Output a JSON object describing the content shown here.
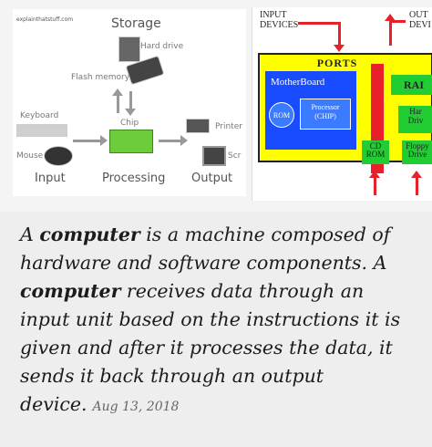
{
  "left_diagram": {
    "source": "explainthatstuff.com",
    "storage": "Storage",
    "hard_drive": "Hard drive",
    "flash_memory": "Flash memory",
    "keyboard": "Keyboard",
    "mouse": "Mouse",
    "chip": "Chip",
    "printer": "Printer",
    "screen": "Scr",
    "input": "Input",
    "processing": "Processing",
    "output": "Output"
  },
  "right_diagram": {
    "input_devices": "INPUT\nDEVICES",
    "output_devices": "OUT\nDEVI",
    "ports": "PORTS",
    "motherboard": "MotherBoard",
    "ram": "RAI",
    "rom": "ROM",
    "processor": "Processor\n(CHIP)",
    "hard_drive": "Har\nDriv",
    "cd_rom": "CD\nROM",
    "floppy": "Floppy\nDrive"
  },
  "snippet": {
    "p1": "A ",
    "b1": "computer",
    "p2": " is a machine composed of hardware and software components. A ",
    "b2": "computer",
    "p3": " receives data through an input unit based on the instructions it is given and after it processes the data, it sends it back through an output device.",
    "date": "Aug 13, 2018"
  },
  "colors": {
    "ports_yellow": "#ffff00",
    "board_blue": "#1a4cff",
    "bus_red": "#e8202a",
    "chip_green": "#22cc33"
  }
}
